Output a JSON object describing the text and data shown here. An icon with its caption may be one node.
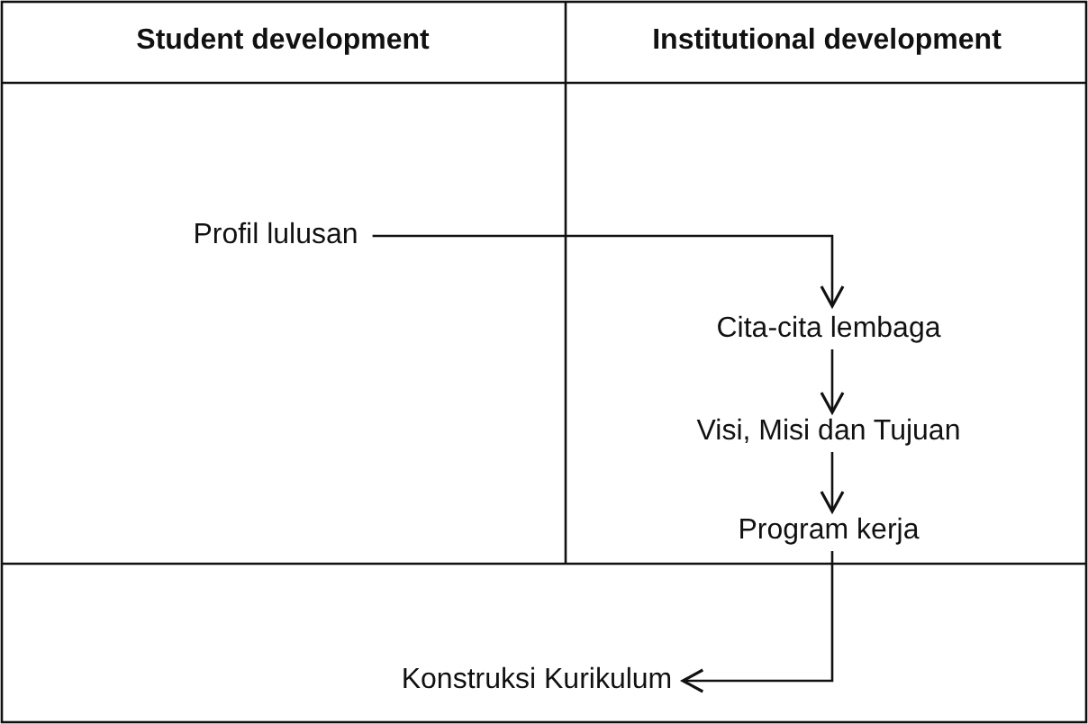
{
  "diagram": {
    "nodes": [
      {
        "text": [
          "Profil lulusan"
        ]
      },
      {
        "text": [
          "Cita-cita lembaga"
        ]
      },
      {
        "text": [
          "Visi, Misi dan Tujuan"
        ]
      },
      {
        "text": [
          "Program kerja"
        ]
      },
      {
        "text": [
          "Konstruksi Kurikulum"
        ]
      }
    ],
    "edges": [
      {
        "from": 0,
        "to": 1,
        "arrow": "to"
      },
      {
        "from": 1,
        "to": 2,
        "arrow": "to"
      },
      {
        "from": 2,
        "to": 3,
        "arrow": "to"
      },
      {
        "from": 3,
        "to": 4,
        "arrow": "to"
      }
    ],
    "labels": [
      "Student development",
      "Institutional development"
    ]
  }
}
